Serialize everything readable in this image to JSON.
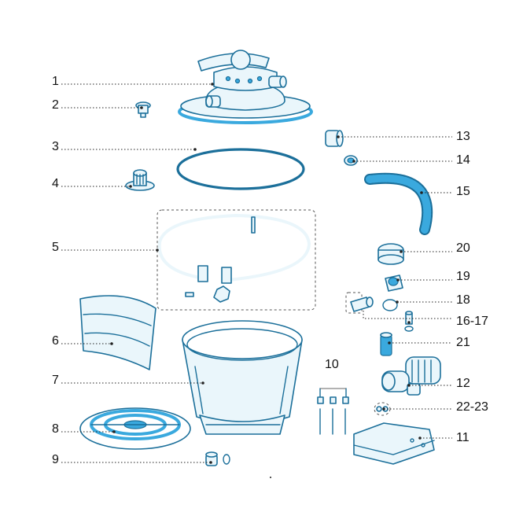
{
  "labels": {
    "p1": "1",
    "p2": "2",
    "p3": "3",
    "p4": "4",
    "p5": "5",
    "p6": "6",
    "p7": "7",
    "p8": "8",
    "p9": "9",
    "p10": "10",
    "p11": "11",
    "p12": "12",
    "p13": "13",
    "p14": "14",
    "p15": "15",
    "p16_17": "16-17",
    "p18": "18",
    "p19": "19",
    "p20": "20",
    "p21": "21",
    "p22_23": "22-23"
  },
  "colors": {
    "outline": "#1b6f9a",
    "accent": "#3aa9de",
    "fill": "#eaf6fb"
  }
}
